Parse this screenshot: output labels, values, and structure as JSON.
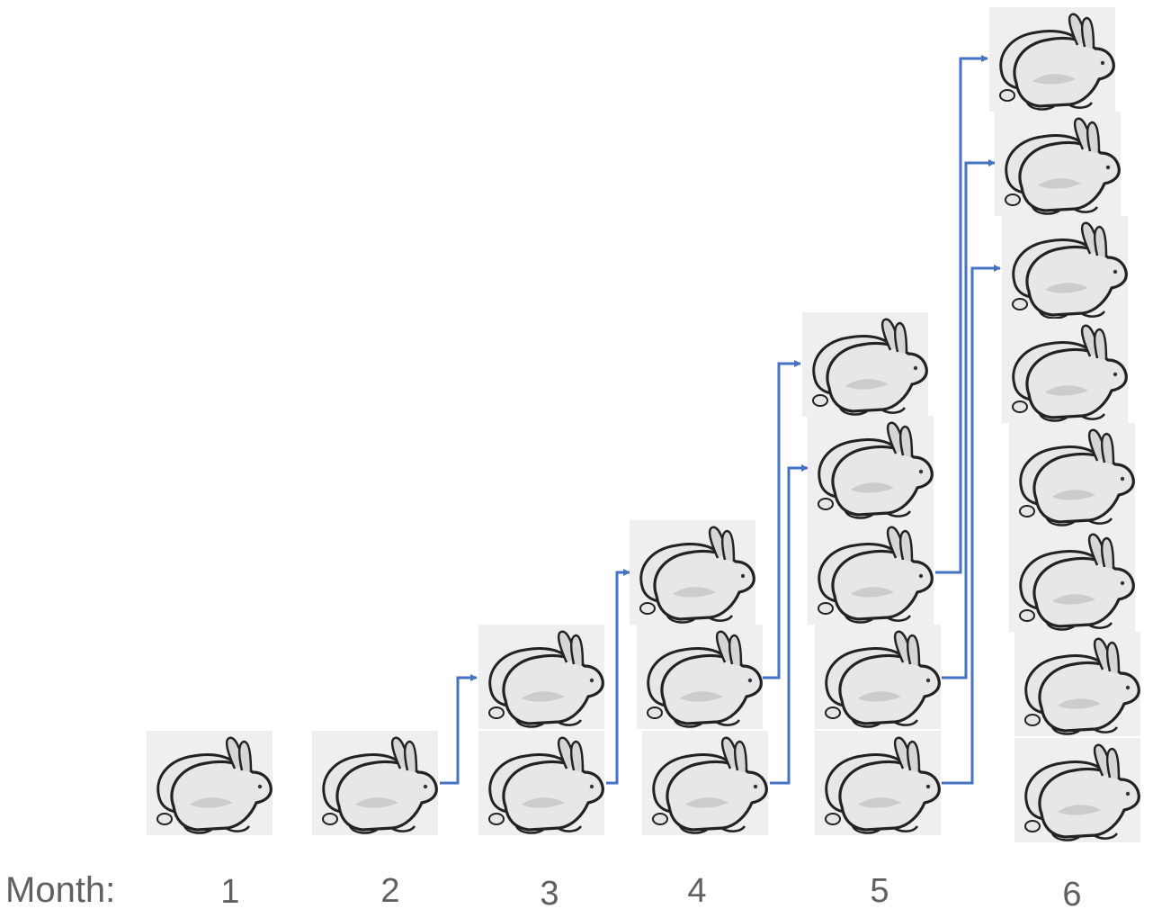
{
  "row_label": "Month:",
  "months": [
    {
      "label": "1",
      "pairs": 1
    },
    {
      "label": "2",
      "pairs": 1
    },
    {
      "label": "3",
      "pairs": 2
    },
    {
      "label": "4",
      "pairs": 3
    },
    {
      "label": "5",
      "pairs": 5
    },
    {
      "label": "6",
      "pairs": 8
    }
  ],
  "colors": {
    "arrow": "#4472C4",
    "tile": "#EFEFF1",
    "body": "#E6E7E9",
    "outline": "#222222",
    "text": "#606060"
  },
  "icon": "rabbit-pair-icon"
}
